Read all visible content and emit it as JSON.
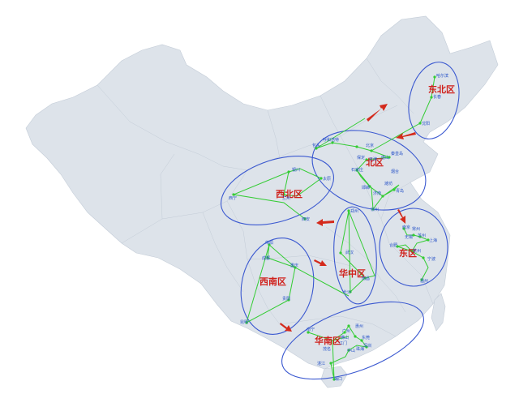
{
  "regions": [
    {
      "key": "northeast",
      "name": "东北区",
      "cities": [
        "哈尔滨",
        "长春",
        "沈阳"
      ]
    },
    {
      "key": "north",
      "name": "北区",
      "cities": [
        "呼和浩特",
        "包头",
        "北京",
        "天津",
        "秦皇岛",
        "石家庄",
        "保定",
        "唐山",
        "济南",
        "潍坊",
        "烟台",
        "青岛",
        "徐州",
        "邯郸"
      ]
    },
    {
      "key": "northwest",
      "name": "西北区",
      "cities": [
        "银川",
        "太原",
        "兰州",
        "西宁",
        "西安"
      ]
    },
    {
      "key": "central",
      "name": "华中区",
      "cities": [
        "郑州",
        "武汉",
        "南昌",
        "长沙"
      ]
    },
    {
      "key": "east",
      "name": "东区",
      "cities": [
        "南京",
        "常州",
        "无锡",
        "苏州",
        "上海",
        "杭州",
        "宁波",
        "合肥",
        "温州"
      ]
    },
    {
      "key": "southwest",
      "name": "西南区",
      "cities": [
        "绵阳",
        "成都",
        "重庆",
        "贵阳",
        "昆明"
      ]
    },
    {
      "key": "south",
      "name": "华南区",
      "cities": [
        "南宁",
        "惠州",
        "广州",
        "佛山",
        "东莞",
        "深圳",
        "江门",
        "中山",
        "珠海",
        "茂名",
        "湛江",
        "海口"
      ]
    }
  ],
  "colors": {
    "land": "#dde3ea",
    "zone_outline": "#3a58d0",
    "route": "#33cc33",
    "flow_arrow": "#d42a1c",
    "region_text": "#d0201b",
    "city_text": "#2a55c8"
  }
}
